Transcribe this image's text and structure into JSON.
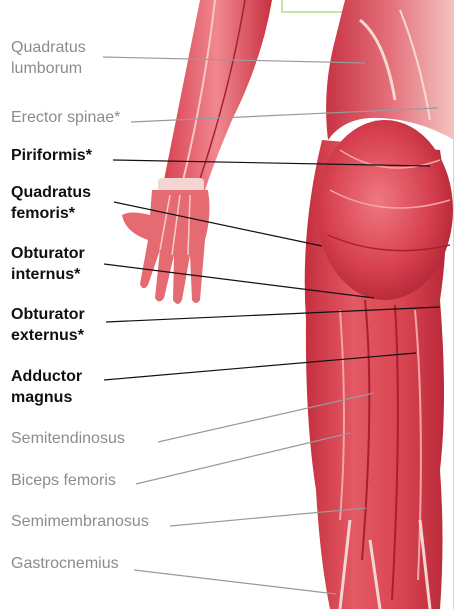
{
  "labels": [
    {
      "id": "quadratus-lumborum",
      "line1": "Quadratus",
      "line2": "lumborum",
      "emphasis": false
    },
    {
      "id": "erector-spinae",
      "line1": "Erector spinae*",
      "line2": "",
      "emphasis": false
    },
    {
      "id": "piriformis",
      "line1": "Piriformis*",
      "line2": "",
      "emphasis": true
    },
    {
      "id": "quadratus-femoris",
      "line1": "Quadratus",
      "line2": "femoris*",
      "emphasis": true
    },
    {
      "id": "obturator-internus",
      "line1": "Obturator",
      "line2": "internus*",
      "emphasis": true
    },
    {
      "id": "obturator-externus",
      "line1": "Obturator",
      "line2": "externus*",
      "emphasis": true
    },
    {
      "id": "adductor-magnus",
      "line1": "Adductor",
      "line2": "magnus",
      "emphasis": true
    },
    {
      "id": "semitendinosus",
      "line1": "Semitendinosus",
      "line2": "",
      "emphasis": false
    },
    {
      "id": "biceps-femoris",
      "line1": "Biceps femoris",
      "line2": "",
      "emphasis": false
    },
    {
      "id": "semimembranosus",
      "line1": "Semimembranosus",
      "line2": "",
      "emphasis": false
    },
    {
      "id": "gastrocnemius",
      "line1": "Gastrocnemius",
      "line2": "",
      "emphasis": false
    }
  ],
  "colors": {
    "muscle_dark": "#b8283a",
    "muscle_mid": "#d9404f",
    "muscle_light": "#ee8a8f",
    "tendon": "#f3d6d2",
    "leader_light": "#9a9a9a",
    "leader_dark": "#111111",
    "frame_green": "#b7d98c"
  }
}
